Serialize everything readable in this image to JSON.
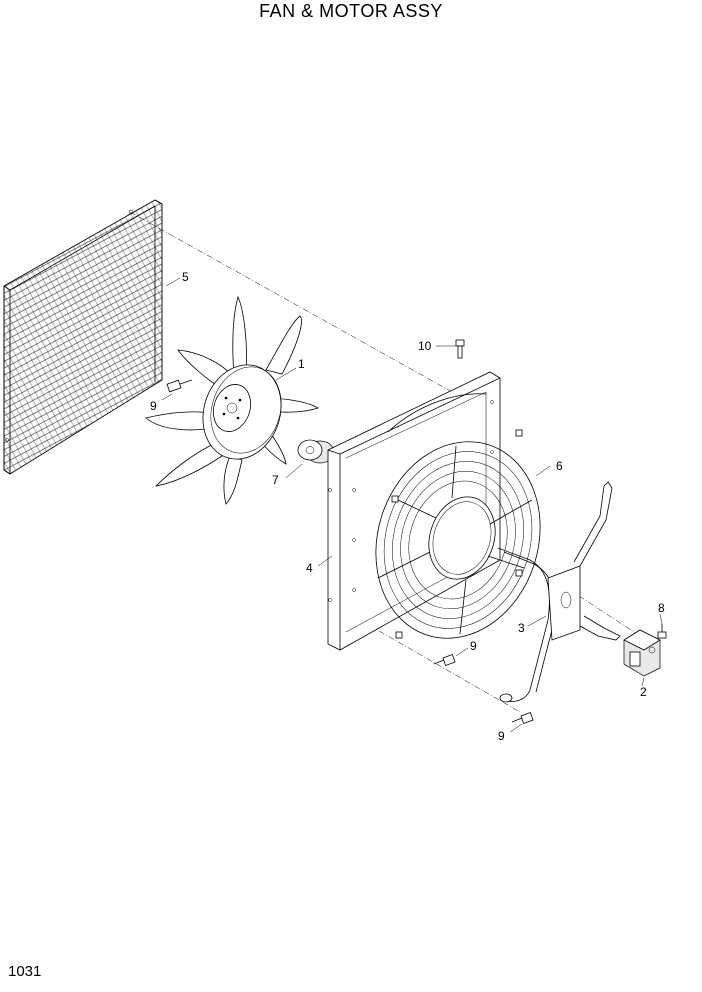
{
  "title": "FAN & MOTOR ASSY",
  "page_number": "1031",
  "callouts": {
    "fan": "1",
    "motor": "2",
    "bracket": "3",
    "shroud": "4",
    "screen": "5",
    "guard": "6",
    "hub": "7",
    "bolt_motor": "8",
    "bolt_fan": "9",
    "bolt_shroud": "9",
    "bolt_bracket": "9",
    "bolt_top": "10"
  }
}
